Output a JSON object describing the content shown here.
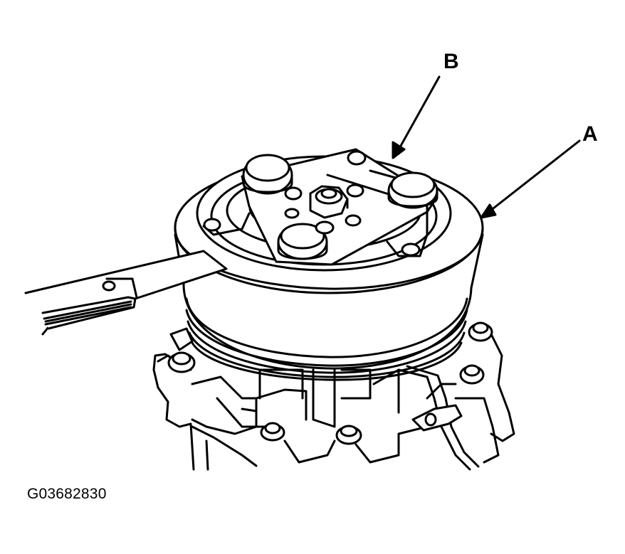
{
  "callouts": {
    "a": "A",
    "b": "B"
  },
  "figure_id": "G03682830",
  "colors": {
    "line": "#000000",
    "background": "#ffffff"
  }
}
